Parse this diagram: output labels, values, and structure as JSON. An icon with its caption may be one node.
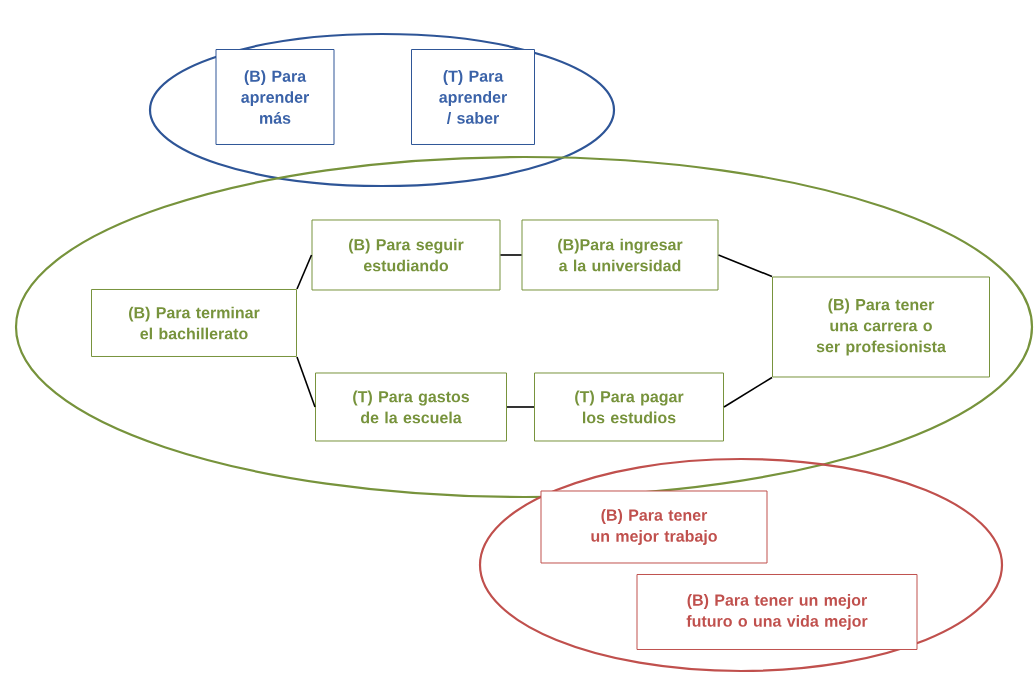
{
  "diagram": {
    "nodes": [
      {
        "text": [],
        "shape": "ellipse"
      },
      {
        "text": [
          "(B) Para aprender más"
        ],
        "in": 0
      },
      {
        "text": [
          "(T) Para aprender / saber"
        ],
        "in": 0
      },
      {
        "text": [],
        "shape": "ellipse"
      },
      {
        "text": [
          "(B) Para terminar el bachillerato"
        ],
        "in": 3
      },
      {
        "text": [
          "(B) Para seguir estudiando"
        ],
        "in": 3
      },
      {
        "text": [
          "(B)Para ingresar a la universidad"
        ],
        "in": 3
      },
      {
        "text": [
          "(B) Para tener una carrera o ser profesionista"
        ],
        "in": 3
      },
      {
        "text": [
          "(T) Para gastos de la escuela"
        ],
        "in": 3
      },
      {
        "text": [
          "(T) Para pagar los estudios"
        ],
        "in": 3
      },
      {
        "text": [],
        "shape": "ellipse"
      },
      {
        "text": [
          "(B) Para tener un mejor trabajo"
        ],
        "in": 10
      },
      {
        "text": [
          "(B) Para tener un mejor futuro o una vida mejor"
        ],
        "in": 10
      }
    ],
    "edges": [
      {
        "from": 4,
        "to": 5,
        "arrow": "none"
      },
      {
        "from": 5,
        "to": 6,
        "arrow": "none"
      },
      {
        "from": 6,
        "to": 7,
        "arrow": "none"
      },
      {
        "from": 4,
        "to": 8,
        "arrow": "none"
      },
      {
        "from": 8,
        "to": 9,
        "arrow": "none"
      },
      {
        "from": 9,
        "to": 7,
        "arrow": "none"
      }
    ]
  }
}
